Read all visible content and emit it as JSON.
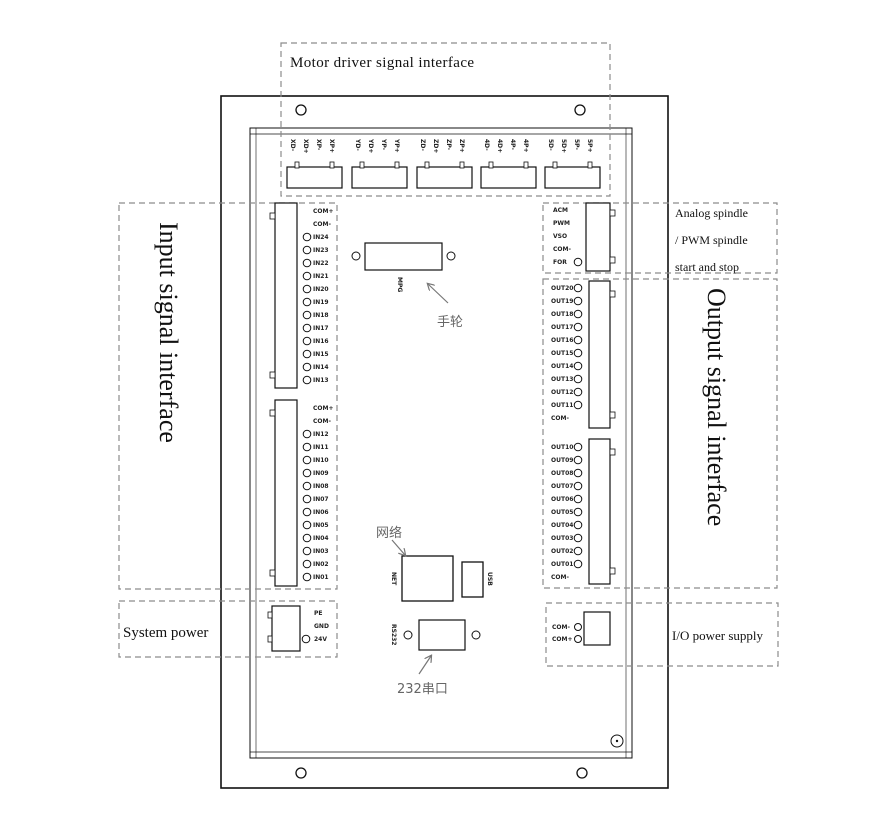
{
  "callouts": {
    "motor": "Motor driver signal interface",
    "input": "Input signal interface",
    "output": "Output signal interface",
    "spindle": [
      "Analog spindle",
      "/ PWM spindle",
      "start and stop"
    ],
    "system_power": "System power",
    "io_power": "I/O power supply",
    "handwheel": "手轮",
    "network": "网络",
    "serial": "232串口"
  },
  "motor_pins": [
    [
      "XD-",
      "XD+",
      "XP-",
      "XP+"
    ],
    [
      "YD-",
      "YD+",
      "YP-",
      "YP+"
    ],
    [
      "ZD-",
      "ZD+",
      "ZP-",
      "ZP+"
    ],
    [
      "4D-",
      "4D+",
      "4P-",
      "4P+"
    ],
    [
      "5D-",
      "5D+",
      "5P-",
      "5P+"
    ]
  ],
  "input_upper": [
    "COM+",
    "COM-",
    "IN24",
    "IN23",
    "IN22",
    "IN21",
    "IN20",
    "IN19",
    "IN18",
    "IN17",
    "IN16",
    "IN15",
    "IN14",
    "IN13"
  ],
  "input_lower": [
    "COM+",
    "COM-",
    "IN12",
    "IN11",
    "IN10",
    "IN09",
    "IN08",
    "IN07",
    "IN06",
    "IN05",
    "IN04",
    "IN03",
    "IN02",
    "IN01"
  ],
  "spindle_pins": [
    "ACM",
    "PWM",
    "VSO",
    "COM-",
    "FOR"
  ],
  "output_upper": [
    "OUT20",
    "OUT19",
    "OUT18",
    "OUT17",
    "OUT16",
    "OUT15",
    "OUT14",
    "OUT13",
    "OUT12",
    "OUT11",
    "COM-"
  ],
  "output_lower": [
    "OUT10",
    "OUT09",
    "OUT08",
    "OUT07",
    "OUT06",
    "OUT05",
    "OUT04",
    "OUT03",
    "OUT02",
    "OUT01",
    "COM-"
  ],
  "power_pins": [
    "PE",
    "GND",
    "24V"
  ],
  "io_power_pins": [
    "COM-",
    "COM+"
  ],
  "connectors": {
    "mpg": "MPG",
    "net": "NET",
    "usb": "USB",
    "rs232": "RS232"
  }
}
